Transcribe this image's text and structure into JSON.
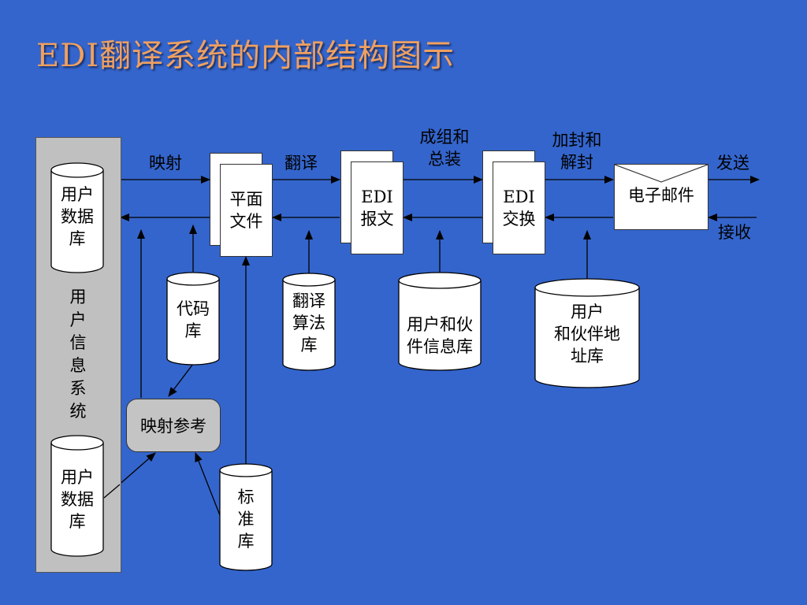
{
  "title": "EDI翻译系统的内部结构图示",
  "nodes": {
    "user_db_top": [
      "用户",
      "数据",
      "库"
    ],
    "user_info_system": [
      "用",
      "户",
      "信",
      "息",
      "系",
      "统"
    ],
    "user_db_bottom": [
      "用户",
      "数据",
      "库"
    ],
    "flat_file": [
      "平面",
      "文件"
    ],
    "edi_message": [
      "EDI",
      "报文"
    ],
    "edi_exchange": [
      "EDI",
      "交换"
    ],
    "email": "电子邮件",
    "code_db": [
      "代码",
      "库"
    ],
    "translate_algo_db": [
      "翻译",
      "算法",
      "库"
    ],
    "partner_info_db": [
      "用户和伙",
      "件信息库"
    ],
    "partner_addr_db": [
      "用户",
      "和伙伴地",
      "址库"
    ],
    "mapping_ref": "映射参考",
    "standard_db": [
      "标",
      "准",
      "库"
    ]
  },
  "edges": {
    "mapping": "映射",
    "translate": "翻译",
    "group_pack": [
      "成组和",
      "总装"
    ],
    "seal_unseal": [
      "加封和",
      "解封"
    ],
    "send": "发送",
    "receive": "接收"
  }
}
